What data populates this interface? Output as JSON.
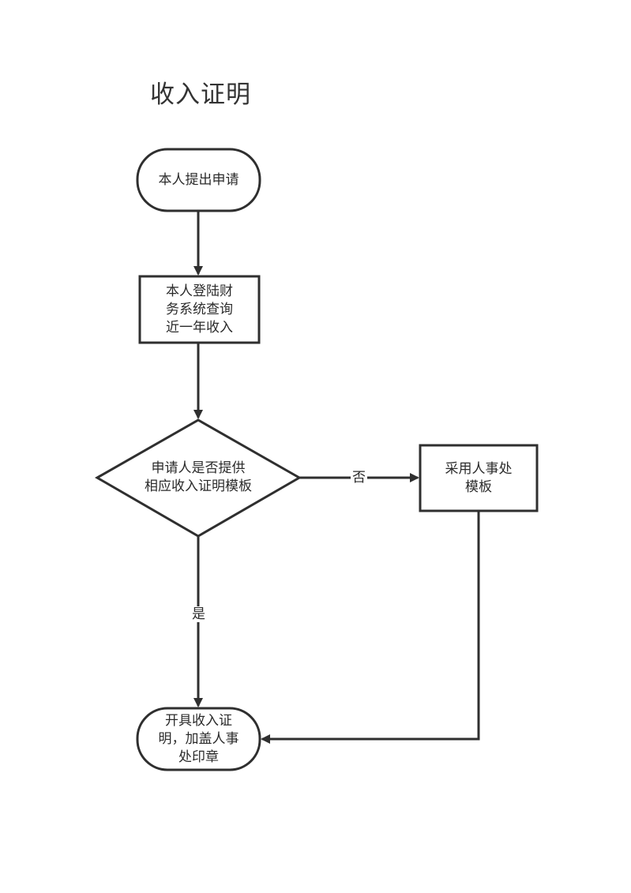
{
  "title": "收入证明",
  "nodes": {
    "start": {
      "text": "本人提出申请"
    },
    "query": {
      "text": "本人登陆财\n务系统查询\n近一年收入"
    },
    "decision": {
      "text": "申请人是否提供\n相应收入证明模板"
    },
    "hr_template": {
      "text": "采用人事处\n模板"
    },
    "end": {
      "text": "开具收入证\n明，加盖人事\n处印章"
    }
  },
  "edges": {
    "no_label": "否",
    "yes_label": "是"
  },
  "colors": {
    "stroke": "#2f2f2f",
    "text": "#2b2b2b",
    "background": "#ffffff"
  }
}
